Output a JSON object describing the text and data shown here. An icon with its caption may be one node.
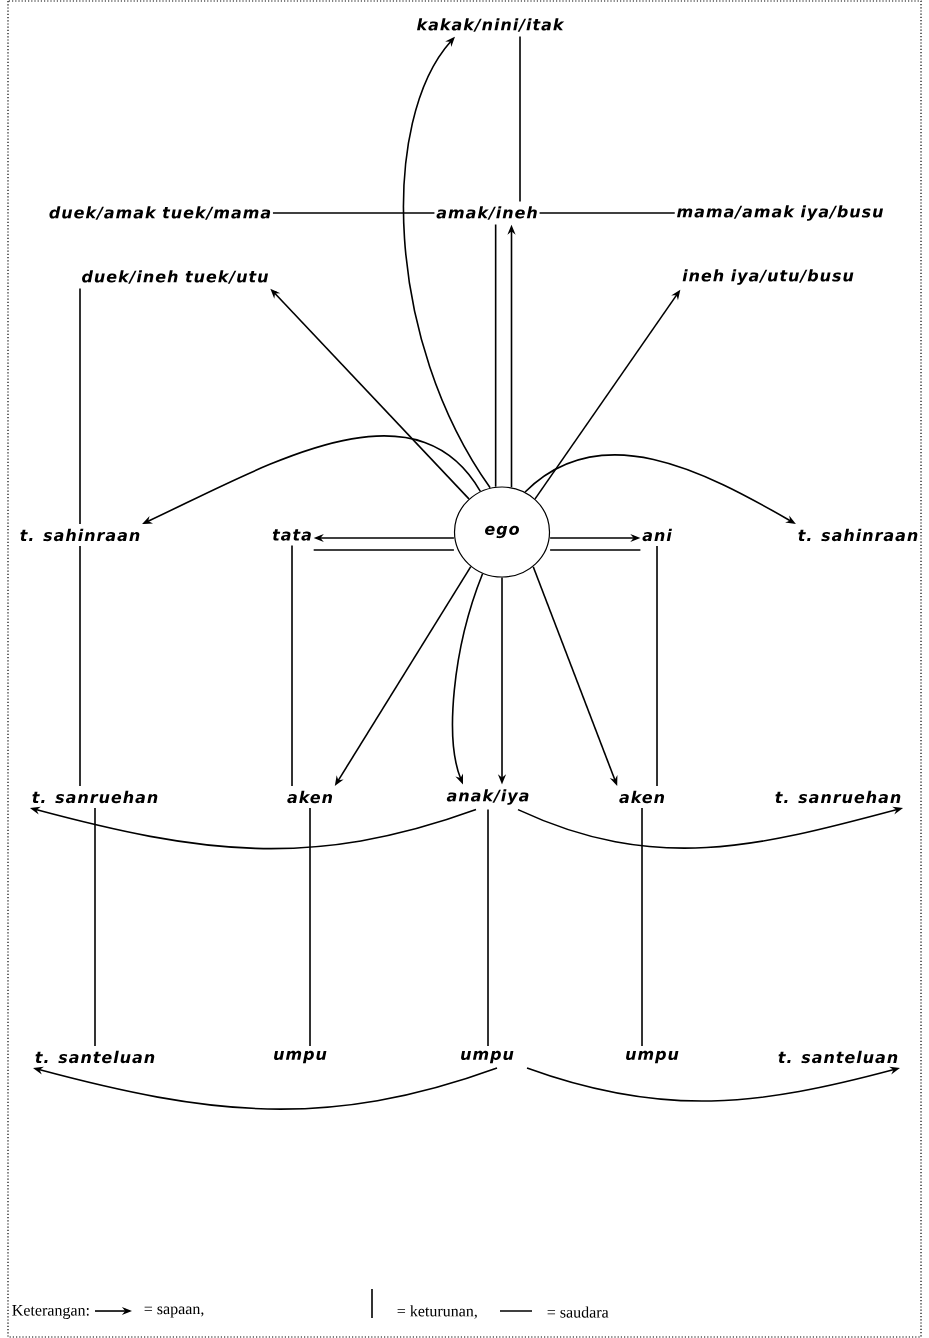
{
  "diagram": {
    "nodes": [
      {
        "text": [
          "kakak/nini/itak"
        ]
      },
      {
        "text": [
          "duek/amak tuek/mama"
        ]
      },
      {
        "text": [
          "amak/ineh"
        ]
      },
      {
        "text": [
          "mama/amak iya/busu"
        ]
      },
      {
        "text": [
          "duek/ineh tuek/utu"
        ]
      },
      {
        "text": [
          "ineh iya/utu/busu"
        ]
      },
      {
        "text": [
          "t. sahinraan"
        ]
      },
      {
        "text": [
          "tata"
        ]
      },
      {
        "text": [
          "ego"
        ]
      },
      {
        "text": [
          "ani"
        ]
      },
      {
        "text": [
          "t. sahinraan"
        ]
      },
      {
        "text": [
          "t. sanruehan"
        ]
      },
      {
        "text": [
          "aken"
        ]
      },
      {
        "text": [
          "anak/iya"
        ]
      },
      {
        "text": [
          "aken"
        ]
      },
      {
        "text": [
          "t. sanruehan"
        ]
      },
      {
        "text": [
          "t. santeluan"
        ]
      },
      {
        "text": [
          "umpu"
        ]
      },
      {
        "text": [
          "umpu"
        ]
      },
      {
        "text": [
          "umpu"
        ]
      },
      {
        "text": [
          "t. santeluan"
        ]
      }
    ],
    "edges": [
      {
        "from": 8,
        "to": 0,
        "arrow": "to"
      },
      {
        "from": 8,
        "to": 2,
        "arrow": "to"
      },
      {
        "from": 8,
        "to": 2,
        "arrow": "none"
      },
      {
        "from": 8,
        "to": 4,
        "arrow": "to"
      },
      {
        "from": 8,
        "to": 5,
        "arrow": "to"
      },
      {
        "from": 8,
        "to": 6,
        "arrow": "to"
      },
      {
        "from": 8,
        "to": 10,
        "arrow": "to"
      },
      {
        "from": 8,
        "to": 7,
        "arrow": "to"
      },
      {
        "from": 8,
        "to": 7,
        "arrow": "none"
      },
      {
        "from": 8,
        "to": 9,
        "arrow": "to"
      },
      {
        "from": 8,
        "to": 9,
        "arrow": "none"
      },
      {
        "from": 8,
        "to": 12,
        "arrow": "to"
      },
      {
        "from": 8,
        "to": 13,
        "arrow": "to"
      },
      {
        "from": 8,
        "to": 13,
        "arrow": "to"
      },
      {
        "from": 8,
        "to": 14,
        "arrow": "to"
      },
      {
        "from": 13,
        "to": 11,
        "arrow": "to"
      },
      {
        "from": 13,
        "to": 15,
        "arrow": "to"
      },
      {
        "from": 18,
        "to": 16,
        "arrow": "to"
      },
      {
        "from": 18,
        "to": 20,
        "arrow": "to"
      },
      {
        "from": 0,
        "to": 2,
        "arrow": "none"
      },
      {
        "from": 1,
        "to": 2,
        "arrow": "none"
      },
      {
        "from": 2,
        "to": 3,
        "arrow": "none"
      },
      {
        "from": 4,
        "to": 6,
        "arrow": "none"
      },
      {
        "from": 6,
        "to": 11,
        "arrow": "none"
      },
      {
        "from": 7,
        "to": 12,
        "arrow": "none"
      },
      {
        "from": 9,
        "to": 14,
        "arrow": "none"
      },
      {
        "from": 11,
        "to": 16,
        "arrow": "none"
      },
      {
        "from": 12,
        "to": 17,
        "arrow": "none"
      },
      {
        "from": 13,
        "to": 18,
        "arrow": "none"
      },
      {
        "from": 14,
        "to": 19,
        "arrow": "none"
      }
    ],
    "labels": [
      "Keterangan:"
    ],
    "legend": [
      {
        "text": "= sapaan,"
      },
      {
        "text": "= keturunan,"
      },
      {
        "text": "= saudara"
      }
    ]
  }
}
